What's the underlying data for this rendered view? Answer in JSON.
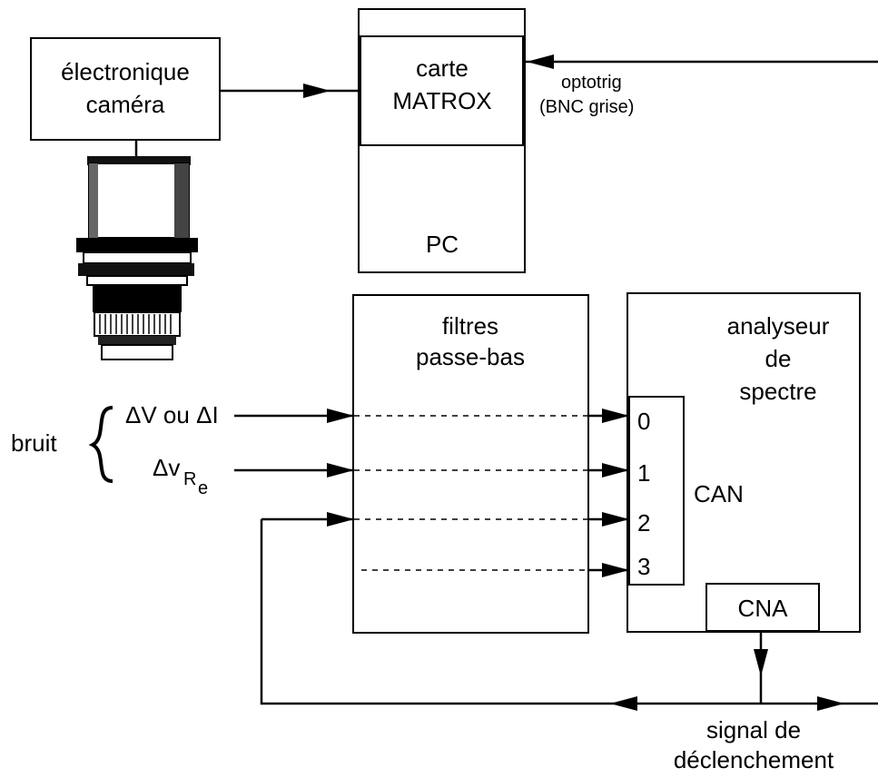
{
  "camera_electronics": {
    "line1": "électronique",
    "line2": "caméra"
  },
  "matrox_card": {
    "line1": "carte",
    "line2": "MATROX"
  },
  "pc": {
    "label": "PC"
  },
  "optotrig": {
    "line1": "optotrig",
    "line2": "(BNC grise)"
  },
  "filters": {
    "line1": "filtres",
    "line2": "passe-bas"
  },
  "analyzer": {
    "line1": "analyseur",
    "line2": "de",
    "line3": "spectre"
  },
  "can": {
    "label": "CAN",
    "ch0": "0",
    "ch1": "1",
    "ch2": "2",
    "ch3": "3"
  },
  "cna": {
    "label": "CNA"
  },
  "noise": {
    "label": "bruit",
    "input1": "ΔV ou ΔI",
    "input2_base": "Δv",
    "input2_sub": "R",
    "input2_subsub": "e"
  },
  "trigger": {
    "line1": "signal de",
    "line2": "déclenchement"
  }
}
